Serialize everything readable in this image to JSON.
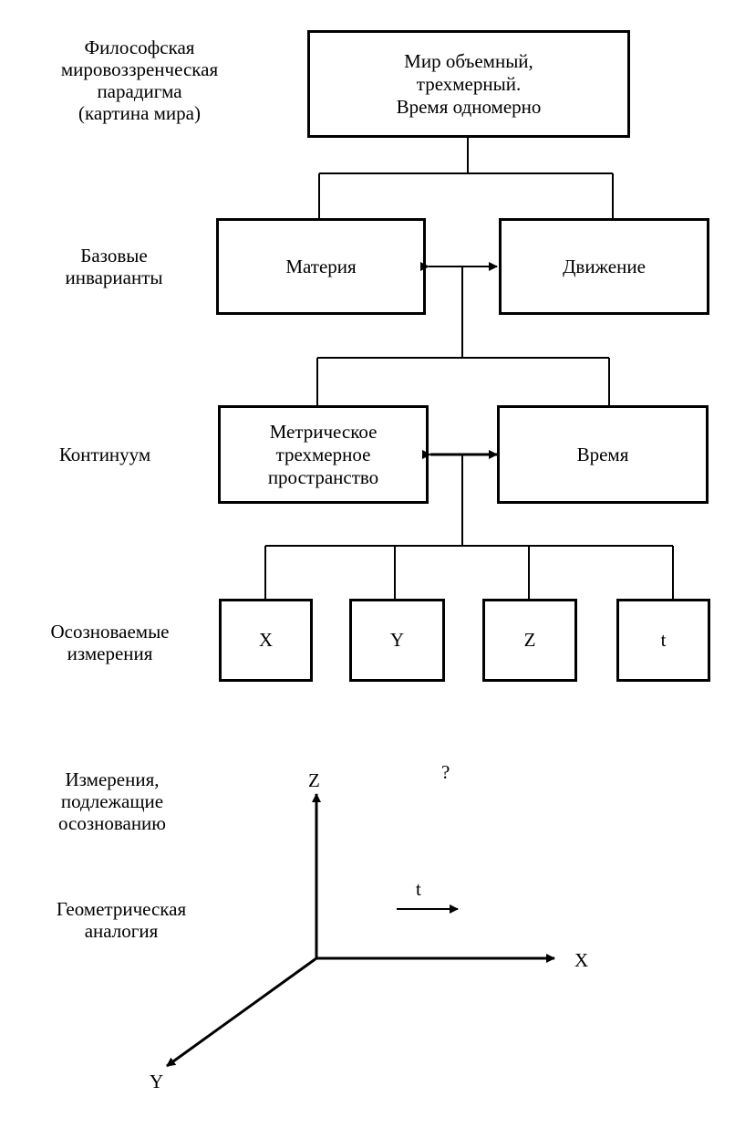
{
  "row_labels": {
    "paradigm": [
      "Философская",
      "мировоззренческая",
      "парадигма",
      "(картина мира)"
    ],
    "invariants": [
      "Базовые",
      "инварианты"
    ],
    "continuum": [
      "Континуум"
    ],
    "dimensions": [
      "Осозноваемые",
      "измерения"
    ],
    "to_realize": [
      "Измерения,",
      "подлежащие",
      "осознованию"
    ],
    "analogy": [
      "Геометрическая",
      "аналогия"
    ]
  },
  "boxes": {
    "world": [
      "Мир объемный,",
      "трехмерный.",
      "Время одномерно"
    ],
    "matter": [
      "Материя"
    ],
    "motion": [
      "Движение"
    ],
    "space": [
      "Метрическое",
      "трехмерное",
      "пространство"
    ],
    "time": [
      "Время"
    ],
    "x": [
      "X"
    ],
    "y": [
      "Y"
    ],
    "z": [
      "Z"
    ],
    "t": [
      "t"
    ]
  },
  "axes": {
    "z": "Z",
    "x": "X",
    "y": "Y",
    "t": "t",
    "question": "?"
  }
}
